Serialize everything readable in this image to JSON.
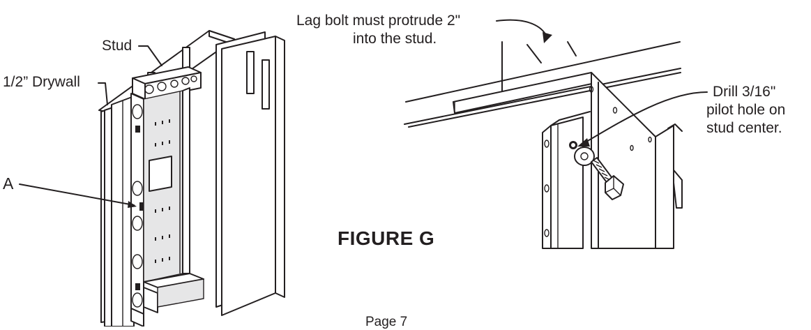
{
  "labels": {
    "stud": "Stud",
    "drywall": "1/2” Drywall",
    "callout_a": "A",
    "lag_bolt_line1": "Lag bolt must protrude 2\"",
    "lag_bolt_line2": "into the stud.",
    "drill_line1": "Drill 3/16\"",
    "drill_line2": "pilot hole on",
    "drill_line3": "stud center."
  },
  "figure_title": "FIGURE G",
  "page_number": "Page 7"
}
